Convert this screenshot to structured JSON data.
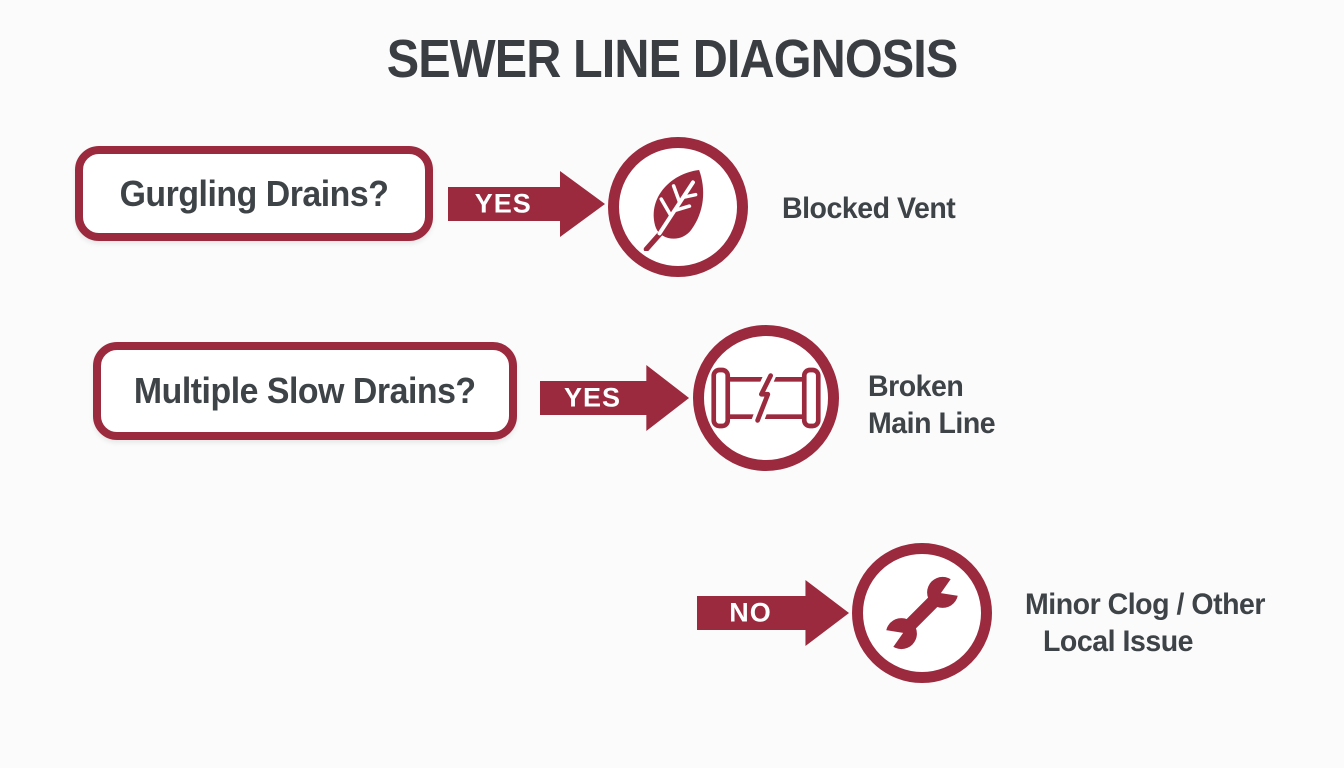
{
  "title": "SEWER LINE DIAGNOSIS",
  "colors": {
    "accent_maroon": "#9C2A3E",
    "text_dark": "#3E4347",
    "background": "#FBFBFB",
    "icon_bg": "#FFFFFF"
  },
  "flow": {
    "row1": {
      "question": "Gurgling Drains?",
      "arrow_label": "YES",
      "icon": "leaf-icon",
      "result_line1": "Blocked Vent"
    },
    "row2": {
      "question": "Multiple Slow Drains?",
      "arrow_label": "YES",
      "icon": "broken-pipe-icon",
      "result_line1": "Broken",
      "result_line2": "Main Line"
    },
    "row3": {
      "arrow_label": "NO",
      "icon": "wrench-icon",
      "result_line1": "Minor Clog / Other",
      "result_line2": "Local Issue"
    }
  }
}
